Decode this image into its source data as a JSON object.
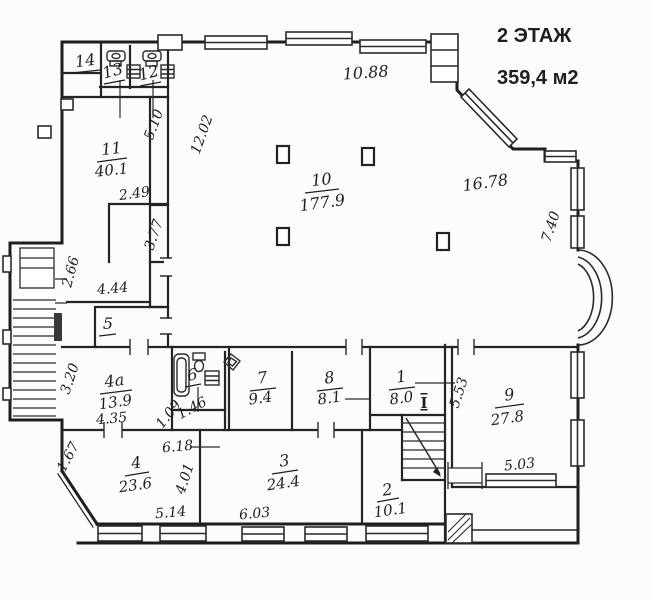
{
  "header": {
    "line1": "2 ЭТАЖ",
    "line2": "359,4 м2"
  },
  "colors": {
    "ink": "#1f1f1f",
    "title_ink": "#1c1c55",
    "paper": "#fcfcfa"
  },
  "rooms": [
    {
      "n": "14",
      "a": ""
    },
    {
      "n": "13",
      "a": ""
    },
    {
      "n": "12",
      "a": ""
    },
    {
      "n": "11",
      "a": "40.1"
    },
    {
      "n": "10",
      "a": "177.9"
    },
    {
      "n": "5",
      "a": ""
    },
    {
      "n": "4а",
      "a": "13.9"
    },
    {
      "n": "6",
      "a": ""
    },
    {
      "n": "7",
      "a": "9.4"
    },
    {
      "n": "8",
      "a": "8.1"
    },
    {
      "n": "1",
      "a": "8.0"
    },
    {
      "n": "9",
      "a": "27.8"
    },
    {
      "n": "4",
      "a": "23.6"
    },
    {
      "n": "3",
      "a": "24.4"
    },
    {
      "n": "2",
      "a": "10.1"
    }
  ],
  "dims": [
    {
      "t": "10.88"
    },
    {
      "t": "12.02"
    },
    {
      "t": "5.10"
    },
    {
      "t": "2.49"
    },
    {
      "t": "3.77"
    },
    {
      "t": "2.66"
    },
    {
      "t": "4.44"
    },
    {
      "t": "16.78"
    },
    {
      "t": "7.40"
    },
    {
      "t": "3.20"
    },
    {
      "t": "4.35"
    },
    {
      "t": "1.09"
    },
    {
      "t": "1.46"
    },
    {
      "t": "6.18"
    },
    {
      "t": "4.01"
    },
    {
      "t": "5.14"
    },
    {
      "t": "6.03"
    },
    {
      "t": "1.67"
    },
    {
      "t": "5.53"
    },
    {
      "t": "5.03"
    }
  ],
  "marker": {
    "t": "I"
  }
}
